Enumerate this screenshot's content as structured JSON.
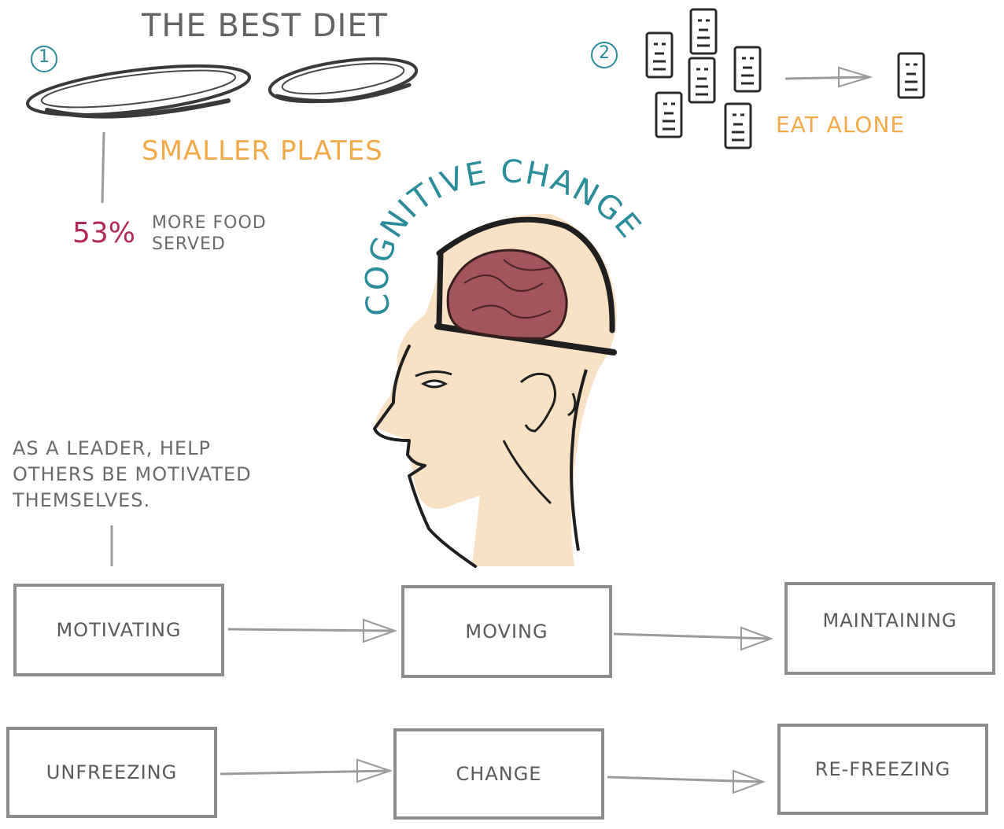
{
  "diet": {
    "title": "THE BEST DIET",
    "step1_number": "1",
    "step1_label": "SMALLER PLATES",
    "stat_value": "53%",
    "stat_line1": "MORE FOOD",
    "stat_line2": "SERVED",
    "step2_number": "2",
    "step2_label": "EAT ALONE"
  },
  "head": {
    "arc_label": "COGNITIVE CHANGE"
  },
  "leader_note": {
    "line1": "AS A LEADER, HELP",
    "line2": "OTHERS BE MOTIVATED",
    "line3": "THEMSELVES."
  },
  "flow_row_1": [
    "MOTIVATING",
    "MOVING",
    "MAINTAINING"
  ],
  "flow_row_2": [
    "UNFREEZING",
    "CHANGE",
    "RE-FREEZING"
  ],
  "colors": {
    "orange": "#f2a94a",
    "teal": "#2b8c9c",
    "crimson": "#b5265a",
    "skin": "#f8e2c3",
    "brain": "#a2555a",
    "gray_line": "#8d8d8d"
  }
}
